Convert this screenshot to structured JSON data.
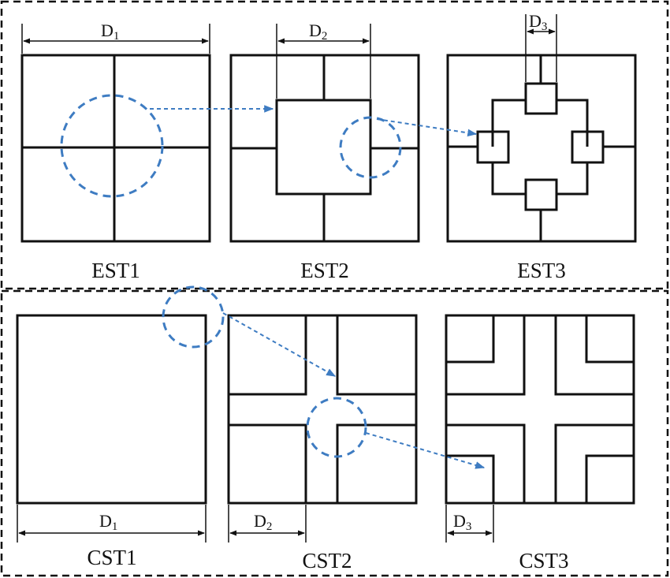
{
  "colors": {
    "line": "#111111",
    "highlight": "#3e7cc2",
    "background": "#ffffff"
  },
  "panels": {
    "top": {
      "captions": [
        "EST1",
        "EST2",
        "EST3"
      ],
      "dimensions": [
        {
          "base": "D",
          "sub": "1"
        },
        {
          "base": "D",
          "sub": "2"
        },
        {
          "base": "D",
          "sub": "3"
        }
      ]
    },
    "bottom": {
      "captions": [
        "CST1",
        "CST2",
        "CST3"
      ],
      "dimensions": [
        {
          "base": "D",
          "sub": "1"
        },
        {
          "base": "D",
          "sub": "2"
        },
        {
          "base": "D",
          "sub": "3"
        }
      ]
    }
  }
}
